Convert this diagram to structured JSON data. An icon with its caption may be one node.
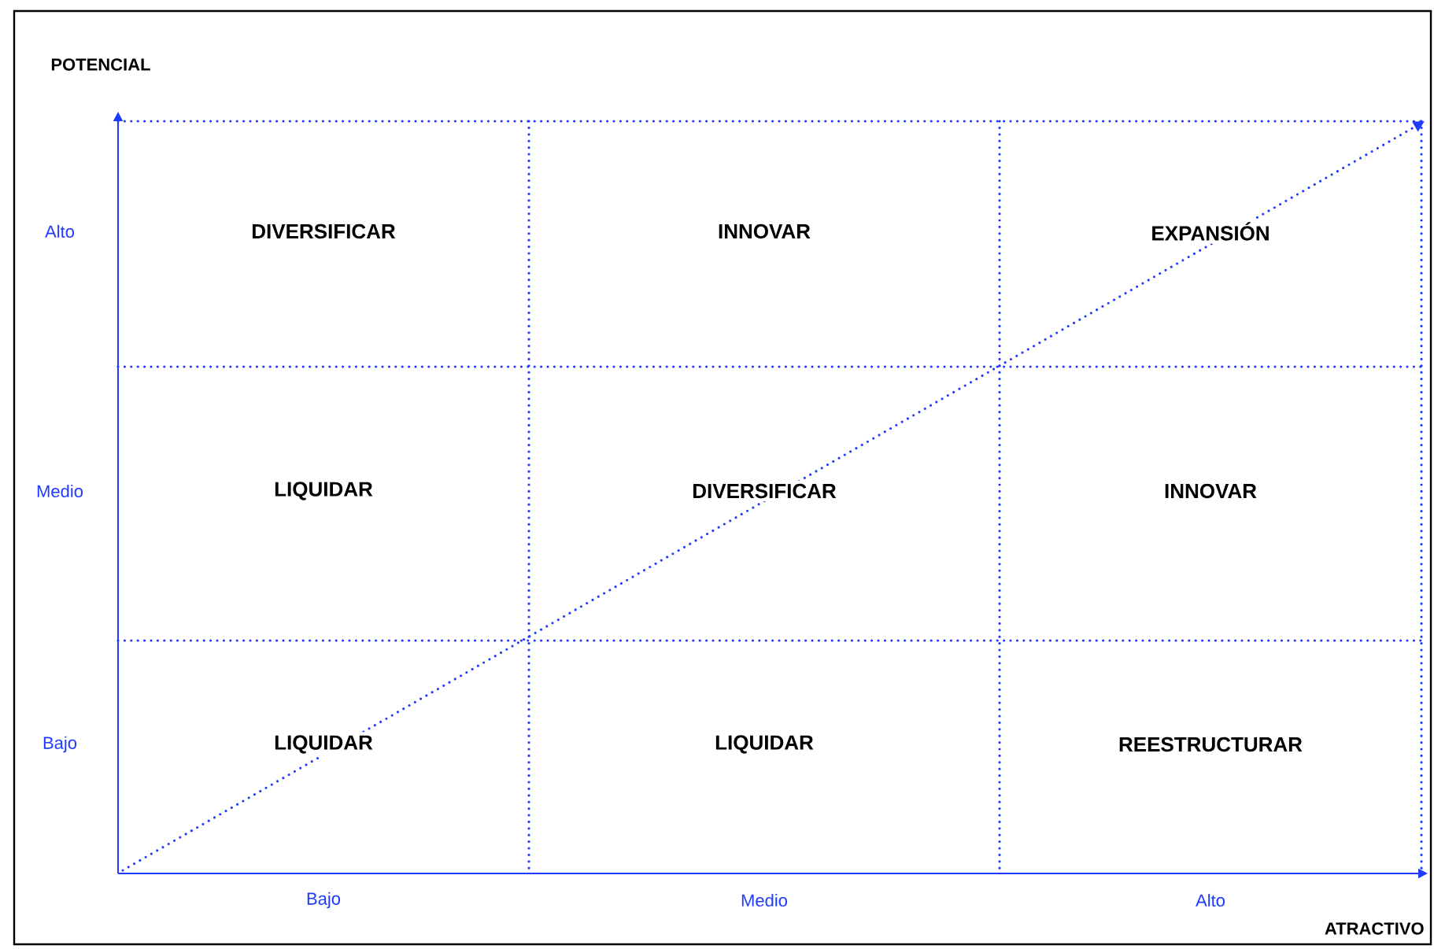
{
  "diagram": {
    "nodes": [
      {
        "text": [
          "DIVERSIFICAR"
        ]
      },
      {
        "text": [
          "INNOVAR"
        ]
      },
      {
        "text": [
          "EXPANSIÓN"
        ]
      },
      {
        "text": [
          "LIQUIDAR"
        ]
      },
      {
        "text": [
          "DIVERSIFICAR"
        ]
      },
      {
        "text": [
          "INNOVAR"
        ]
      },
      {
        "text": [
          "LIQUIDAR"
        ]
      },
      {
        "text": [
          "LIQUIDAR"
        ]
      },
      {
        "text": [
          "REESTRUCTURAR"
        ]
      }
    ],
    "edges": [],
    "labels": [
      "POTENCIAL",
      "Alto",
      "Medio",
      "Bajo",
      "Bajo",
      "Medio",
      "Alto",
      "ATRACTIVO"
    ]
  }
}
